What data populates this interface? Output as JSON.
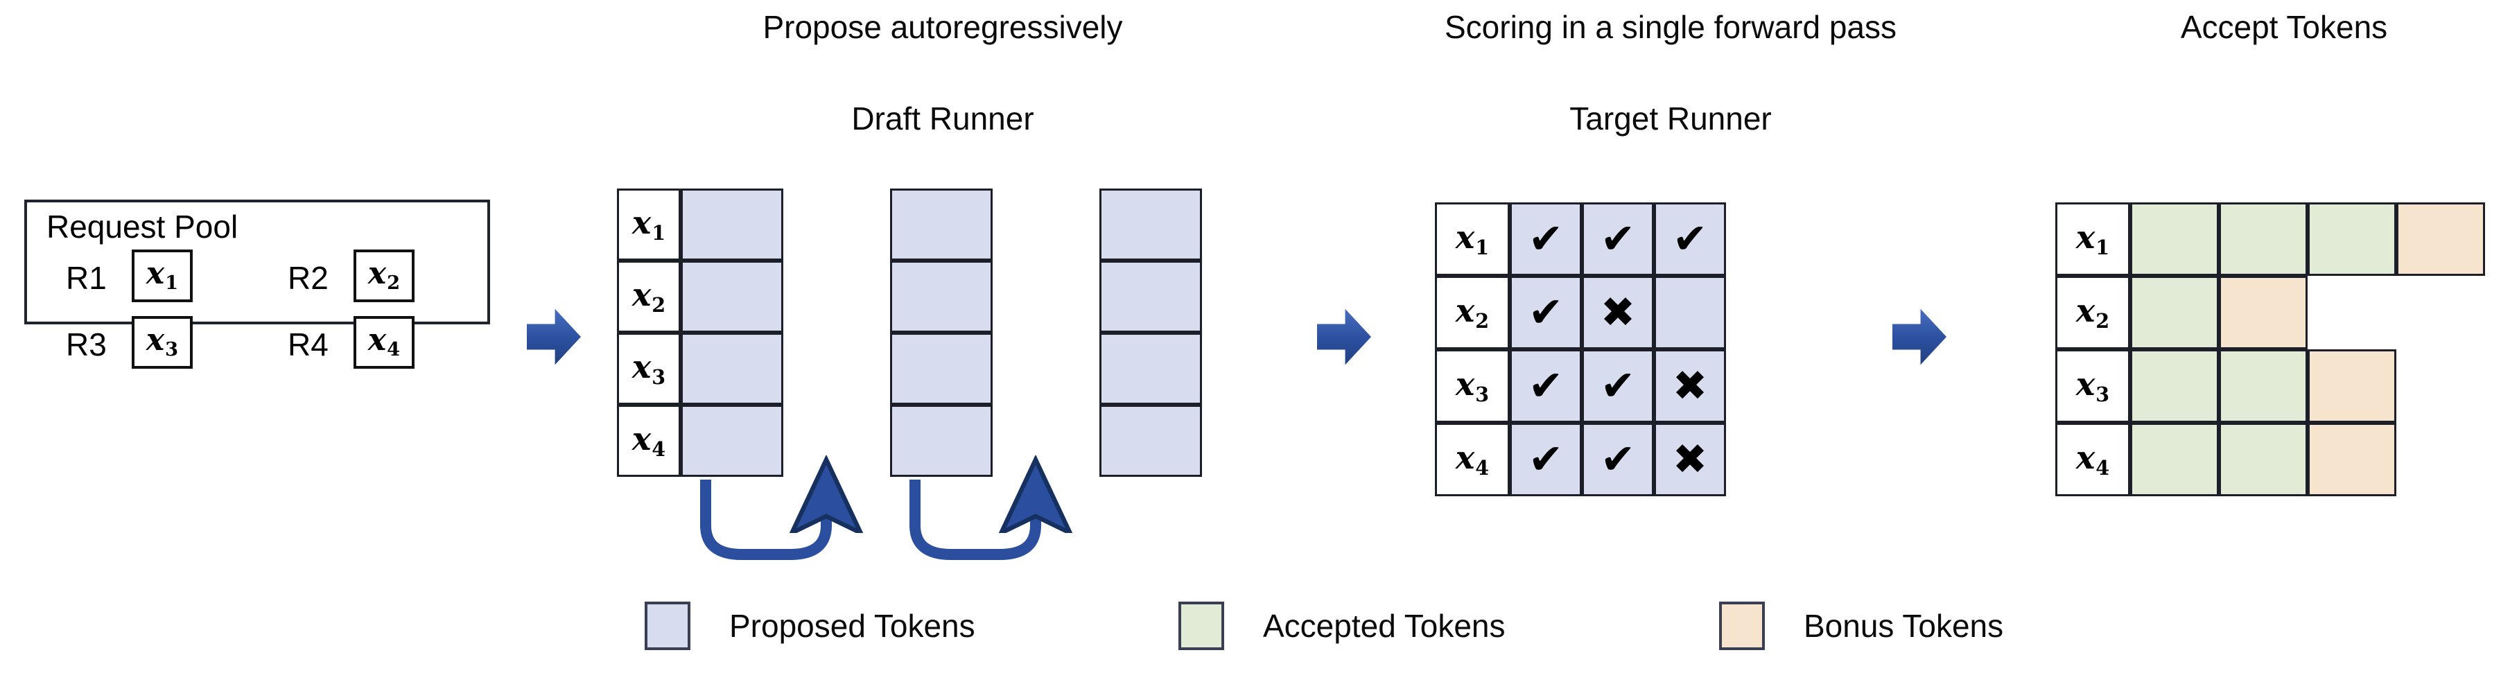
{
  "stages": {
    "request_pool": {
      "title": "Request Pool",
      "requests": [
        {
          "id": "R1",
          "token": "x",
          "sub": "1"
        },
        {
          "id": "R2",
          "token": "x",
          "sub": "2"
        },
        {
          "id": "R3",
          "token": "x",
          "sub": "3"
        },
        {
          "id": "R4",
          "token": "x",
          "sub": "4"
        }
      ]
    },
    "draft_runner": {
      "caption": "Propose autoregressively",
      "title": "Draft Runner",
      "row_labels": [
        {
          "token": "x",
          "sub": "1"
        },
        {
          "token": "x",
          "sub": "2"
        },
        {
          "token": "x",
          "sub": "3"
        },
        {
          "token": "x",
          "sub": "4"
        }
      ],
      "num_steps": 3,
      "proposed_per_row": [
        3,
        3,
        3,
        3
      ]
    },
    "target_runner": {
      "caption": "Scoring in a single forward pass",
      "title": "Target Runner",
      "row_labels": [
        {
          "token": "x",
          "sub": "1"
        },
        {
          "token": "x",
          "sub": "2"
        },
        {
          "token": "x",
          "sub": "3"
        },
        {
          "token": "x",
          "sub": "4"
        }
      ],
      "marks": [
        [
          "check",
          "check",
          "check"
        ],
        [
          "check",
          "cross",
          "none"
        ],
        [
          "check",
          "check",
          "cross"
        ],
        [
          "check",
          "check",
          "cross"
        ]
      ],
      "glyphs": {
        "check": "✔",
        "cross": "✖",
        "none": ""
      }
    },
    "accept_tokens": {
      "title": "Accept Tokens",
      "row_labels": [
        {
          "token": "x",
          "sub": "1"
        },
        {
          "token": "x",
          "sub": "2"
        },
        {
          "token": "x",
          "sub": "3"
        },
        {
          "token": "x",
          "sub": "4"
        }
      ],
      "rows": [
        [
          "accepted",
          "accepted",
          "accepted",
          "bonus"
        ],
        [
          "accepted",
          "bonus"
        ],
        [
          "accepted",
          "accepted",
          "bonus"
        ],
        [
          "accepted",
          "accepted",
          "bonus"
        ]
      ]
    }
  },
  "legend": [
    {
      "label": "Proposed Tokens",
      "color": "#d7dcef"
    },
    {
      "label": "Accepted Tokens",
      "color": "#e2ebd6"
    },
    {
      "label": "Bonus Tokens",
      "color": "#f7e4ce"
    }
  ],
  "colors": {
    "proposed": "#d7dcef",
    "accepted": "#e2ebd6",
    "bonus": "#f7e4ce",
    "arrow_blue": "#2b4f9e",
    "border": "#1c1f28"
  }
}
